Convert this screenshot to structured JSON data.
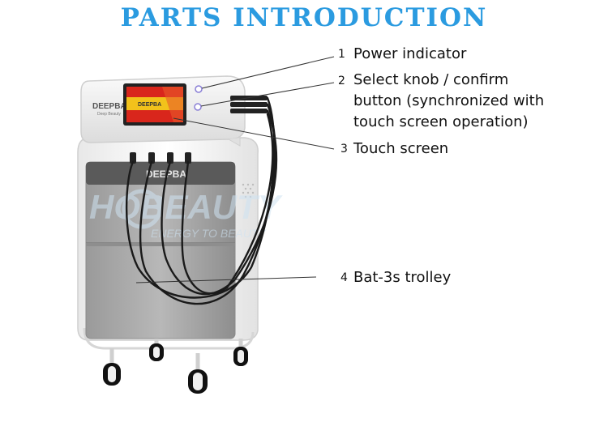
{
  "title": "PARTS INTRODUCTION",
  "device": {
    "brand": "DEEPBA",
    "brand_sub": "Deep Beauty",
    "panel_brand": "DEEPBA"
  },
  "watermark": {
    "brand": "HOBEAUTY",
    "tagline": "ENERGY TO BEAUTY"
  },
  "callouts": [
    {
      "number": "1",
      "lines": [
        "Power indicator"
      ]
    },
    {
      "number": "2",
      "lines": [
        "Select knob / confirm",
        "button (synchronized with",
        "touch screen operation)"
      ]
    },
    {
      "number": "3",
      "lines": [
        "Touch screen"
      ]
    },
    {
      "number": "4",
      "lines": [
        "Bat-3s trolley"
      ]
    }
  ],
  "colors": {
    "title": "#2b9be0",
    "screen_red": "#d9261c",
    "screen_yellow": "#f2c21b",
    "panel_dark": "#5a5a5a",
    "body_grey": "#a8a8a8",
    "frame_white": "#f4f4f4",
    "watermark": "#cfe3f2"
  }
}
